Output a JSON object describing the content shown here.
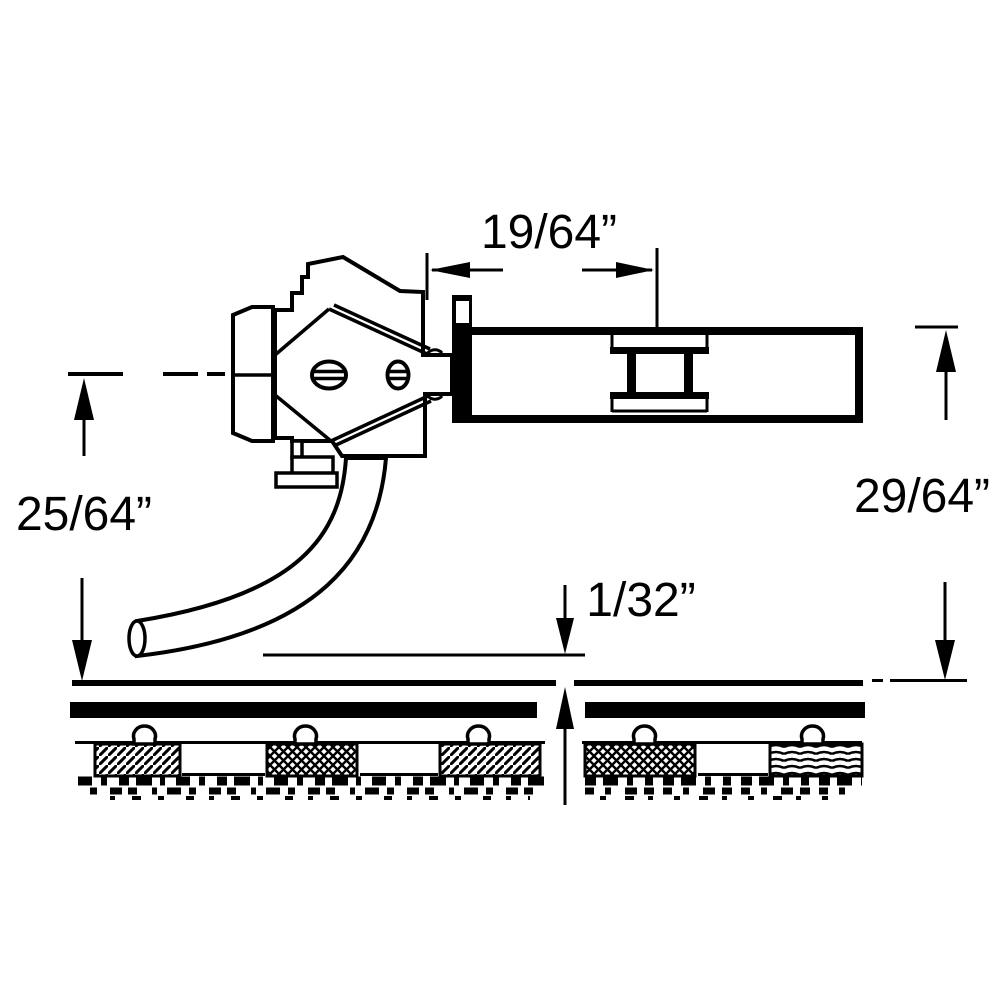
{
  "document": {
    "type": "technical-drawing",
    "subject": "Model railroad knuckle coupler mounted at correct height over track, side view with dimension callouts",
    "ink_color": "#000000",
    "paper_color": "#ffffff"
  },
  "dimensions": {
    "top_offset": {
      "label": "19/64”",
      "position": "top",
      "measures": "horizontal distance from coupler face to mounting center"
    },
    "left_height": {
      "label": "25/64”",
      "position": "left",
      "measures": "coupler centerline height above railhead"
    },
    "right_height": {
      "label": "29/64”",
      "position": "right",
      "measures": "mounting pad top height above railhead"
    },
    "gap_clearance": {
      "label": "1/32”",
      "position": "center",
      "measures": "trip pin clearance above railhead"
    }
  }
}
